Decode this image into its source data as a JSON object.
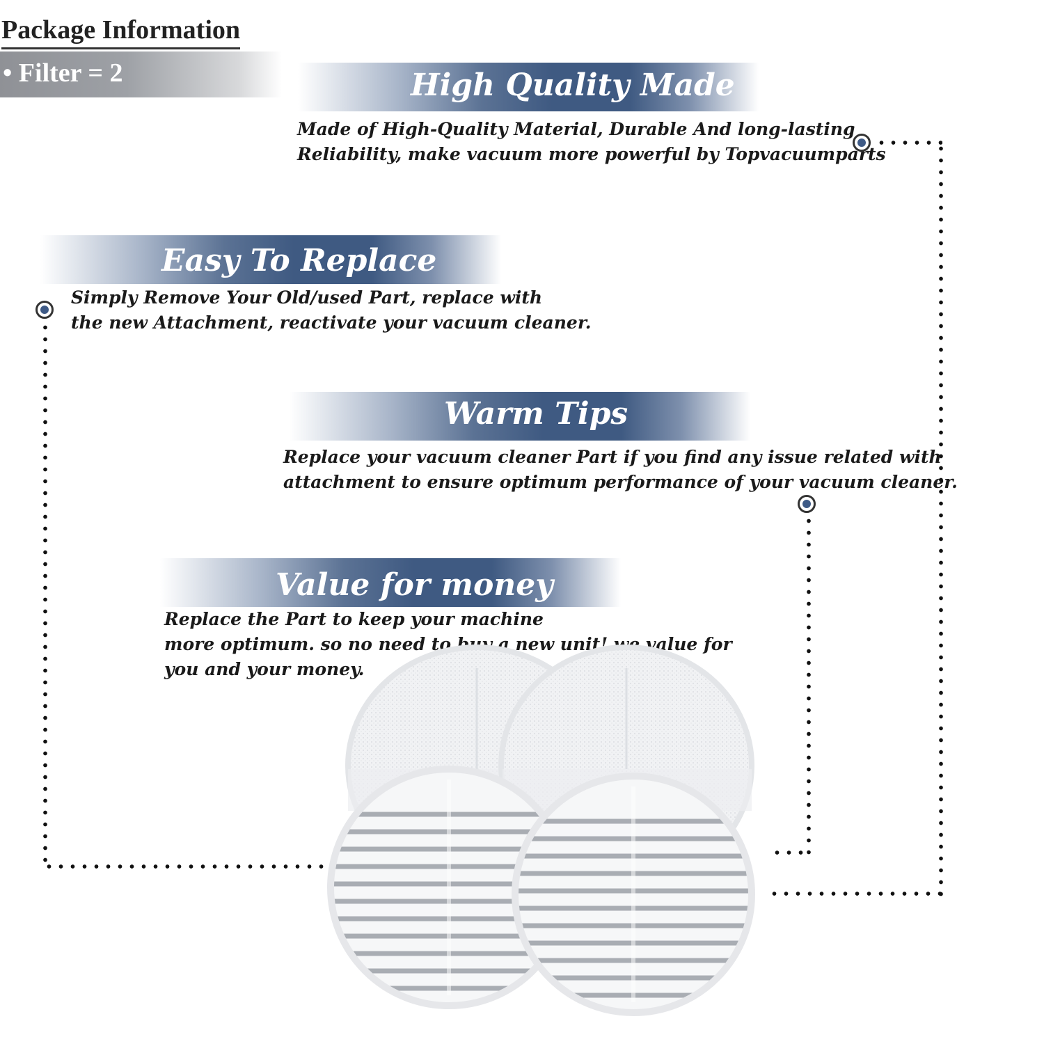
{
  "package": {
    "title": "Package Information",
    "item": "• Filter = 2"
  },
  "sections": {
    "high_quality": {
      "heading": "High Quality Made",
      "line1": "Made of  High-Quality Material, Durable And long-lasting",
      "line2": "Reliability, make vacuum more powerful by Topvacuumparts"
    },
    "easy_replace": {
      "heading": "Easy To Replace",
      "line1": "Simply Remove Your Old/used Part, replace with",
      "line2": "the new Attachment, reactivate your vacuum cleaner."
    },
    "warm_tips": {
      "heading": "Warm Tips",
      "line1": "Replace your vacuum cleaner Part if you find any issue related with",
      "line2": " attachment to ensure optimum performance of your vacuum cleaner."
    },
    "value": {
      "heading": "Value for money",
      "line1": "Replace the Part to keep your machine",
      "line2": "more optimum. so no need to buy a new unit! we value for",
      "line3": "you and your money."
    }
  },
  "colors": {
    "banner_blue": "#3f5a82",
    "marker_blue": "#3e5a86",
    "text": "#1a1a1a"
  },
  "icons": [
    "target-marker-icon"
  ],
  "product": {
    "image": "mop-pads-photo",
    "pad_count": 4
  }
}
